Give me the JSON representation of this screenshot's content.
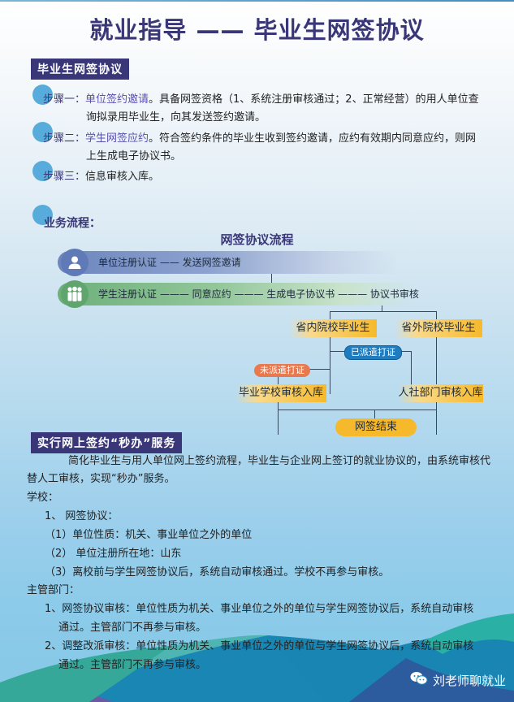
{
  "title": "就业指导 —— 毕业生网签协议",
  "section1": {
    "tag": "毕业生网签协议",
    "steps": [
      {
        "label": "步骤一：",
        "highlight": "单位签约邀请",
        "text": "。具备网签资格（1、系统注册审核通过；2、正常经营）的用人单位查",
        "cont": "询拟录用毕业生，向其发送签约邀请。"
      },
      {
        "label": "步骤二：",
        "highlight": "学生网签应约",
        "text": "。符合签约条件的毕业生收到签约邀请，应约有效期内同意应约，则网",
        "cont": "上生成电子协议书。"
      },
      {
        "label": "步骤三：",
        "highlight": "",
        "text": "信息审核入库。",
        "cont": ""
      }
    ]
  },
  "flow": {
    "heading": "业务流程：",
    "title": "网签协议流程",
    "employer_bar": {
      "icon": "person-icon",
      "text": "单位注册认证 —— 发送网签邀请"
    },
    "student_bar": {
      "icon": "group-icon",
      "text": "学生注册认证 ——— 同意应约 ——— 生成电子协议书 ——— 协议书审核"
    },
    "in_province": "省内院校毕业生",
    "out_province": "省外院校毕业生",
    "dispatched": "已派遣打证",
    "not_dispatched": "未派遣打证",
    "school_review": "毕业学校审核入库",
    "hr_review": "人社部门审核入库",
    "end": "网签结束"
  },
  "section2": {
    "tag": "实行网上签约“秒办”服务",
    "intro1": "简化毕业生与用人单位网上签约流程，毕业生与企业网上签订的就业协议的，由系统审核代",
    "intro2": "替人工审核，实现“秒办”服务。",
    "school_label": "学校：",
    "school_items": [
      "1、 网签协议：",
      "（1）单位性质：机关、事业单位之外的单位",
      "（2） 单位注册所在地：山东",
      "（3）离校前与学生网签协议后，系统自动审核通过。学校不再参与审核。"
    ],
    "dept_label": "主管部门：",
    "dept_items": [
      {
        "line1": "1、网签协议审核：单位性质为机关、事业单位之外的单位与学生网签协议后，系统自动审核",
        "line2": "通过。主管部门不再参与审核。"
      },
      {
        "line1": "2、调整改派审核：单位性质为机关、事业单位之外的单位与学生网签协议后，系统自动审核",
        "line2": "通过。主管部门不再参与审核。"
      }
    ]
  },
  "brand": {
    "icon": "wechat-icon",
    "name": "刘老师聊就业"
  },
  "colors": {
    "primary": "#3a3778",
    "accent_blue": "#58acdc",
    "box_yellow": "#f6b92b",
    "pill_blue": "#1f7cbf",
    "pill_orange": "#e8784e"
  }
}
